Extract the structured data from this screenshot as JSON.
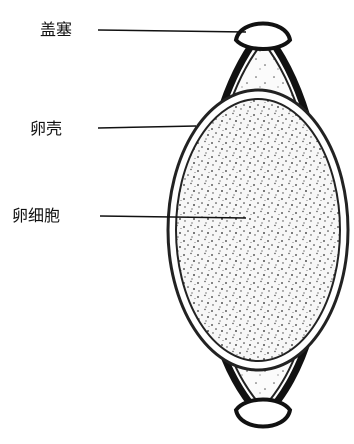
{
  "labels": {
    "plug": "盖塞",
    "shell": "卵壳",
    "egg_cell": "卵细胞"
  }
}
